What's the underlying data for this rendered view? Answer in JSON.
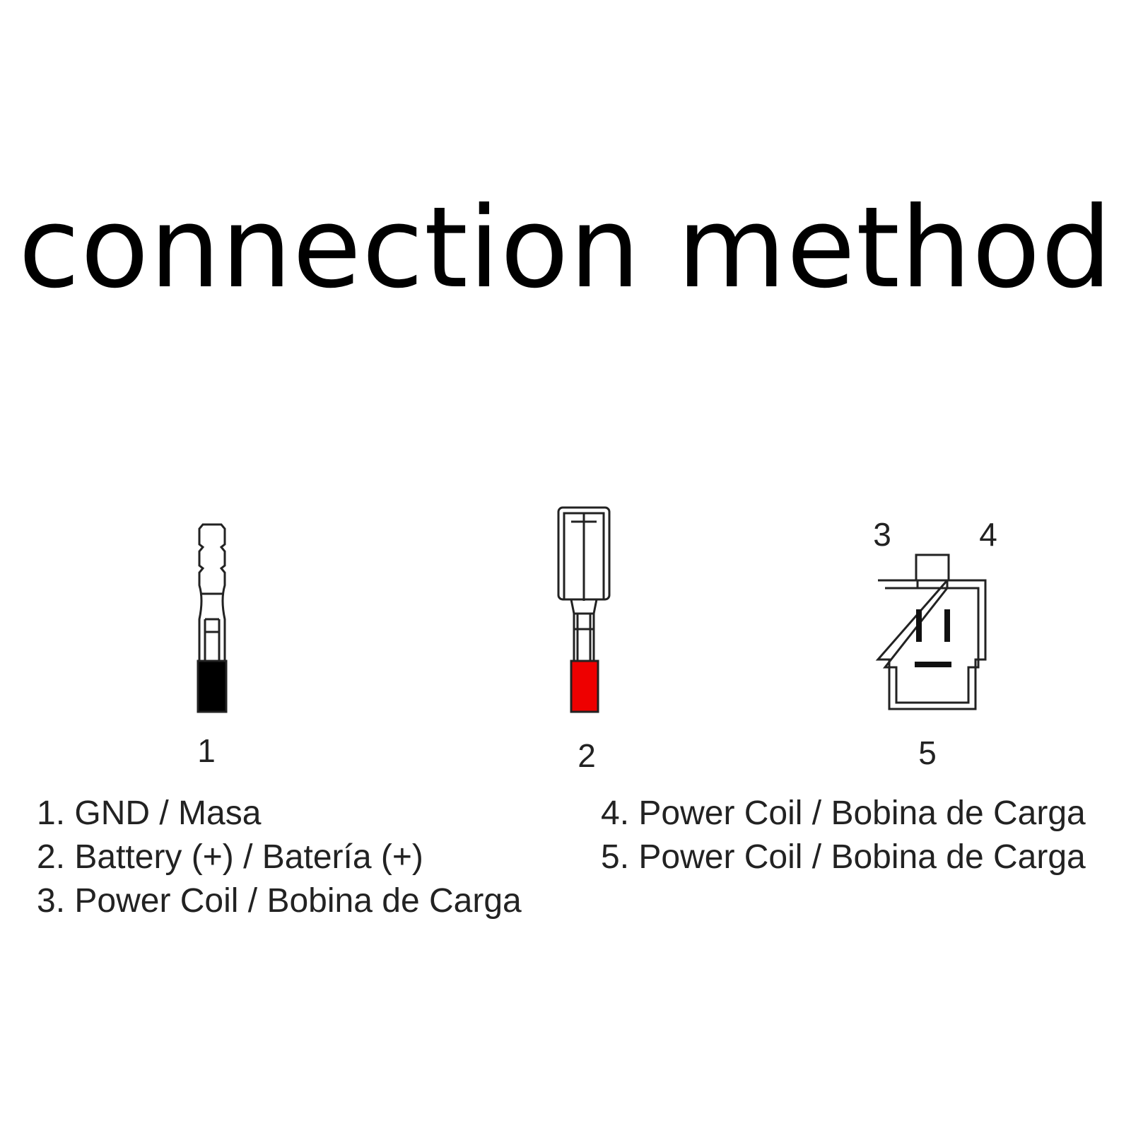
{
  "title": "connection method",
  "connectors": [
    {
      "number": "1",
      "color": "#000000"
    },
    {
      "number": "2",
      "color": "#ee0000"
    },
    {
      "number": "5",
      "pin_labels": [
        "3",
        "4"
      ]
    }
  ],
  "legend": {
    "left": [
      "1. GND / Masa",
      "2. Battery (+) / Batería (+)",
      "3. Power Coil / Bobina de Carga"
    ],
    "right": [
      "4. Power Coil / Bobina de Carga",
      "5. Power Coil / Bobina de Carga"
    ]
  }
}
